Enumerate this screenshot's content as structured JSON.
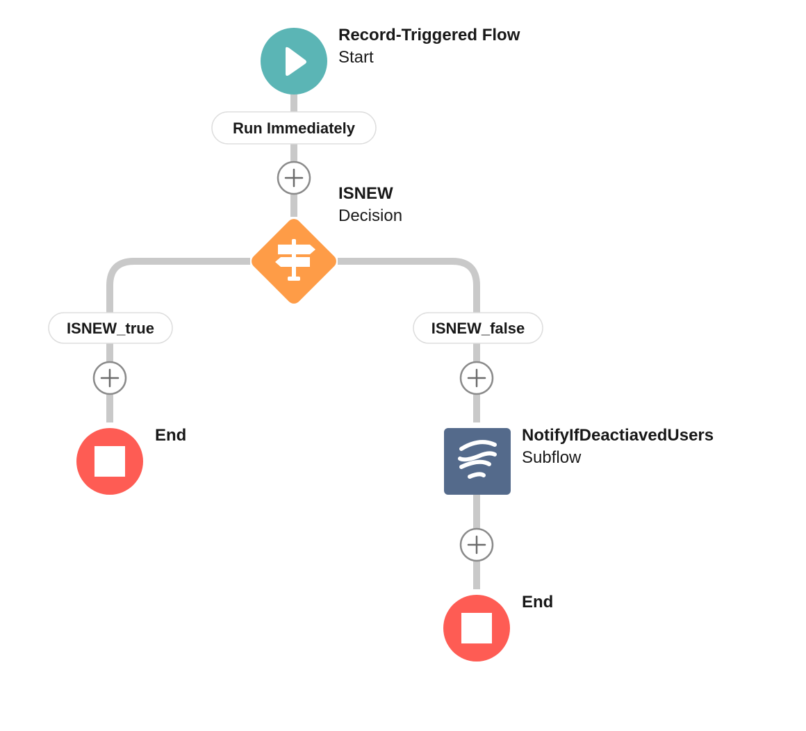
{
  "flow": {
    "start": {
      "title": "Record-Triggered Flow",
      "subtitle": "Start",
      "icon": "play-icon",
      "color": "#5bb5b5"
    },
    "trigger_path": {
      "label": "Run Immediately"
    },
    "decision": {
      "title": "ISNEW",
      "subtitle": "Decision",
      "icon": "signpost-icon",
      "color": "#fe9c47"
    },
    "branch_true": {
      "label": "ISNEW_true",
      "end": {
        "title": "End",
        "icon": "stop-icon",
        "color": "#fe5c54"
      }
    },
    "branch_false": {
      "label": "ISNEW_false",
      "subflow": {
        "title": "NotifyIfDeactiavedUsers",
        "subtitle": "Subflow",
        "icon": "subflow-icon",
        "color": "#546a8b"
      },
      "end": {
        "title": "End",
        "icon": "stop-icon",
        "color": "#fe5c54"
      }
    },
    "colors": {
      "connector": "#c9c9c9",
      "add_button_stroke": "#8a8a8a"
    }
  }
}
